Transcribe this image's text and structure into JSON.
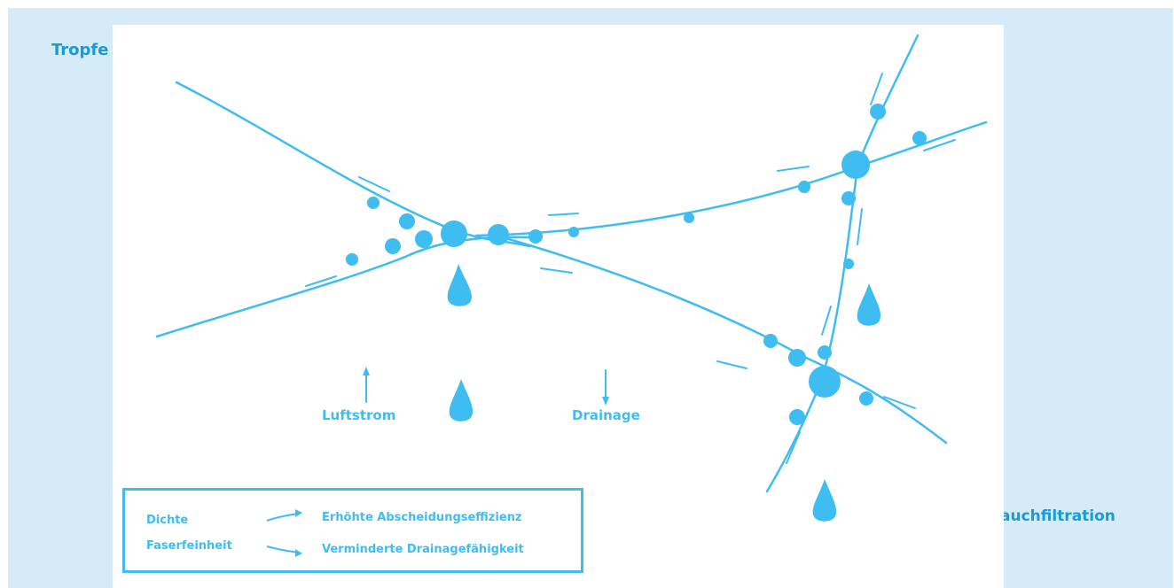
{
  "heading_left": "Tropfe",
  "heading_right": "auchfiltration",
  "diagram": {
    "label_airflow": "Luftstrom",
    "label_drainage": "Drainage",
    "legend": {
      "fibre_line1": "Dichte",
      "fibre_line2": "Faserfeinheit",
      "item1": "Erhöhte Abscheidungseffizienz",
      "item2": "Verminderte Drainagefähigkeit"
    }
  },
  "colors": {
    "page_background": "#d6ebf8",
    "heading": "#1a9ad6",
    "diagram": "#3fbdf0"
  }
}
